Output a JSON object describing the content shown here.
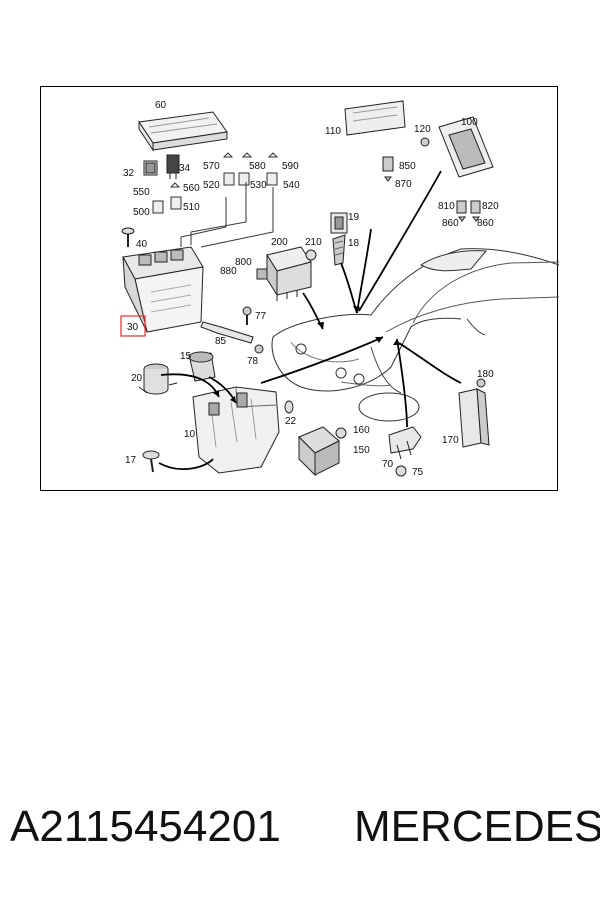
{
  "diagram": {
    "callouts": [
      "60",
      "32",
      "34",
      "570",
      "580",
      "590",
      "550",
      "560",
      "520",
      "530",
      "540",
      "500",
      "510",
      "40",
      "200",
      "210",
      "19",
      "18",
      "800",
      "880",
      "77",
      "85",
      "78",
      "30",
      "15",
      "20",
      "10",
      "22",
      "17",
      "160",
      "150",
      "70",
      "75",
      "110",
      "850",
      "870",
      "120",
      "100",
      "810",
      "820",
      "860",
      "860",
      "180",
      "170"
    ],
    "highlight_color": "#e04040"
  },
  "caption": {
    "part_number": "A2115454201",
    "brand": "MERCEDES"
  }
}
